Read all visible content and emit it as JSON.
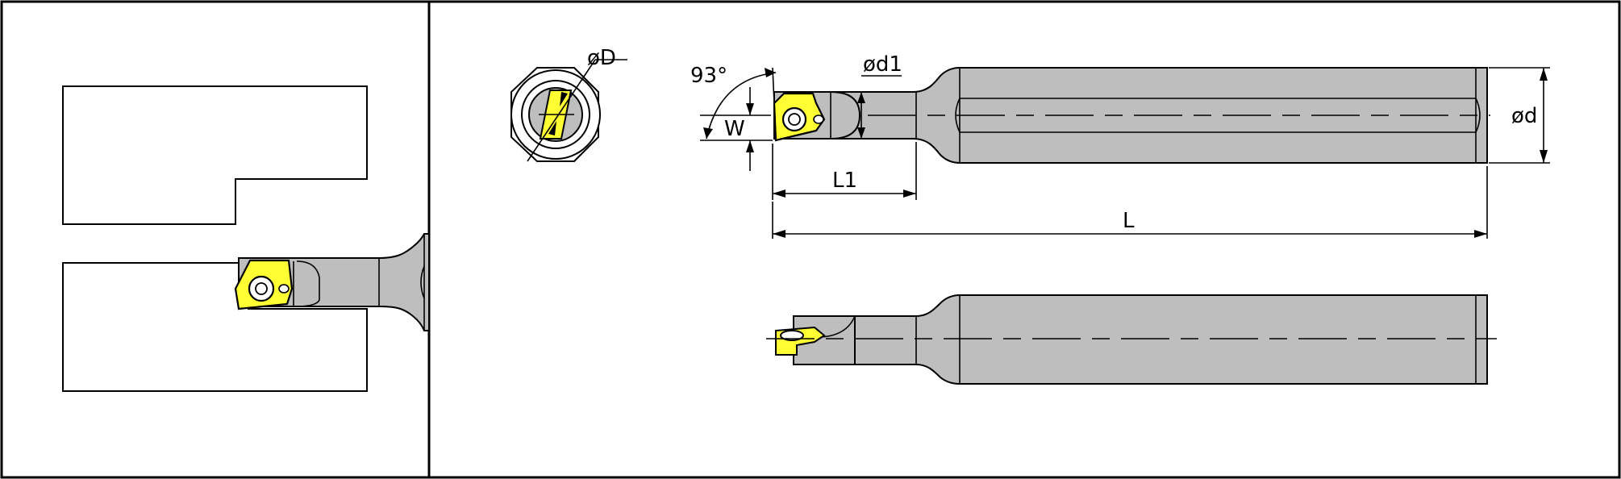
{
  "colors": {
    "background": "#ffffff",
    "line": "#000000",
    "body_fill": "#bebebe",
    "insert_fill": "#ffff33"
  },
  "dimensions": {
    "angle_label": "93°",
    "bore_diameter_label": "øD",
    "neck_diameter_label": "ød1",
    "width_label": "W",
    "length_label": "L",
    "head_length_label": "L1",
    "shank_diameter_label": "ød"
  },
  "icons": [
    "torx-screw-icon",
    "insert-icon"
  ]
}
